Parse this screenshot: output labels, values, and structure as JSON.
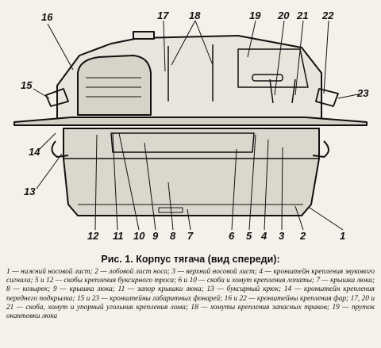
{
  "figure": {
    "labels": [
      "1",
      "2",
      "3",
      "4",
      "5",
      "6",
      "7",
      "8",
      "9",
      "10",
      "11",
      "12",
      "13",
      "14",
      "15",
      "16",
      "17",
      "18",
      "19",
      "20",
      "21",
      "22",
      "23"
    ],
    "caption_prefix": "Рис. 1.",
    "caption_title": "Корпус тягача (вид спереди):",
    "legend": "1 — нижний носовой лист; 2 — лобовой лист носа; 3 — верхний носовой лист; 4 — кронштейн крепления звукового сигнала; 5 и 12 — скобы крепления буксирного троса; 6 и 10 — скоба и хомут крепления лопаты; 7 — крышка люка; 8 — козырек; 9 — крышка люка; 11 — запор крышки люка; 13 — буксирный крюк; 14 — кронштейн крепления переднего подкрылка; 15 и 23 — кронштейны габаритных фонарей; 16 и 22 — кронштейны крепления фар; 17, 20 и 21 — скоба, хомут и упорный угольник крепления лома; 18 — хомуты крепления запасных траков; 19 — пруток окантовки люка"
  }
}
